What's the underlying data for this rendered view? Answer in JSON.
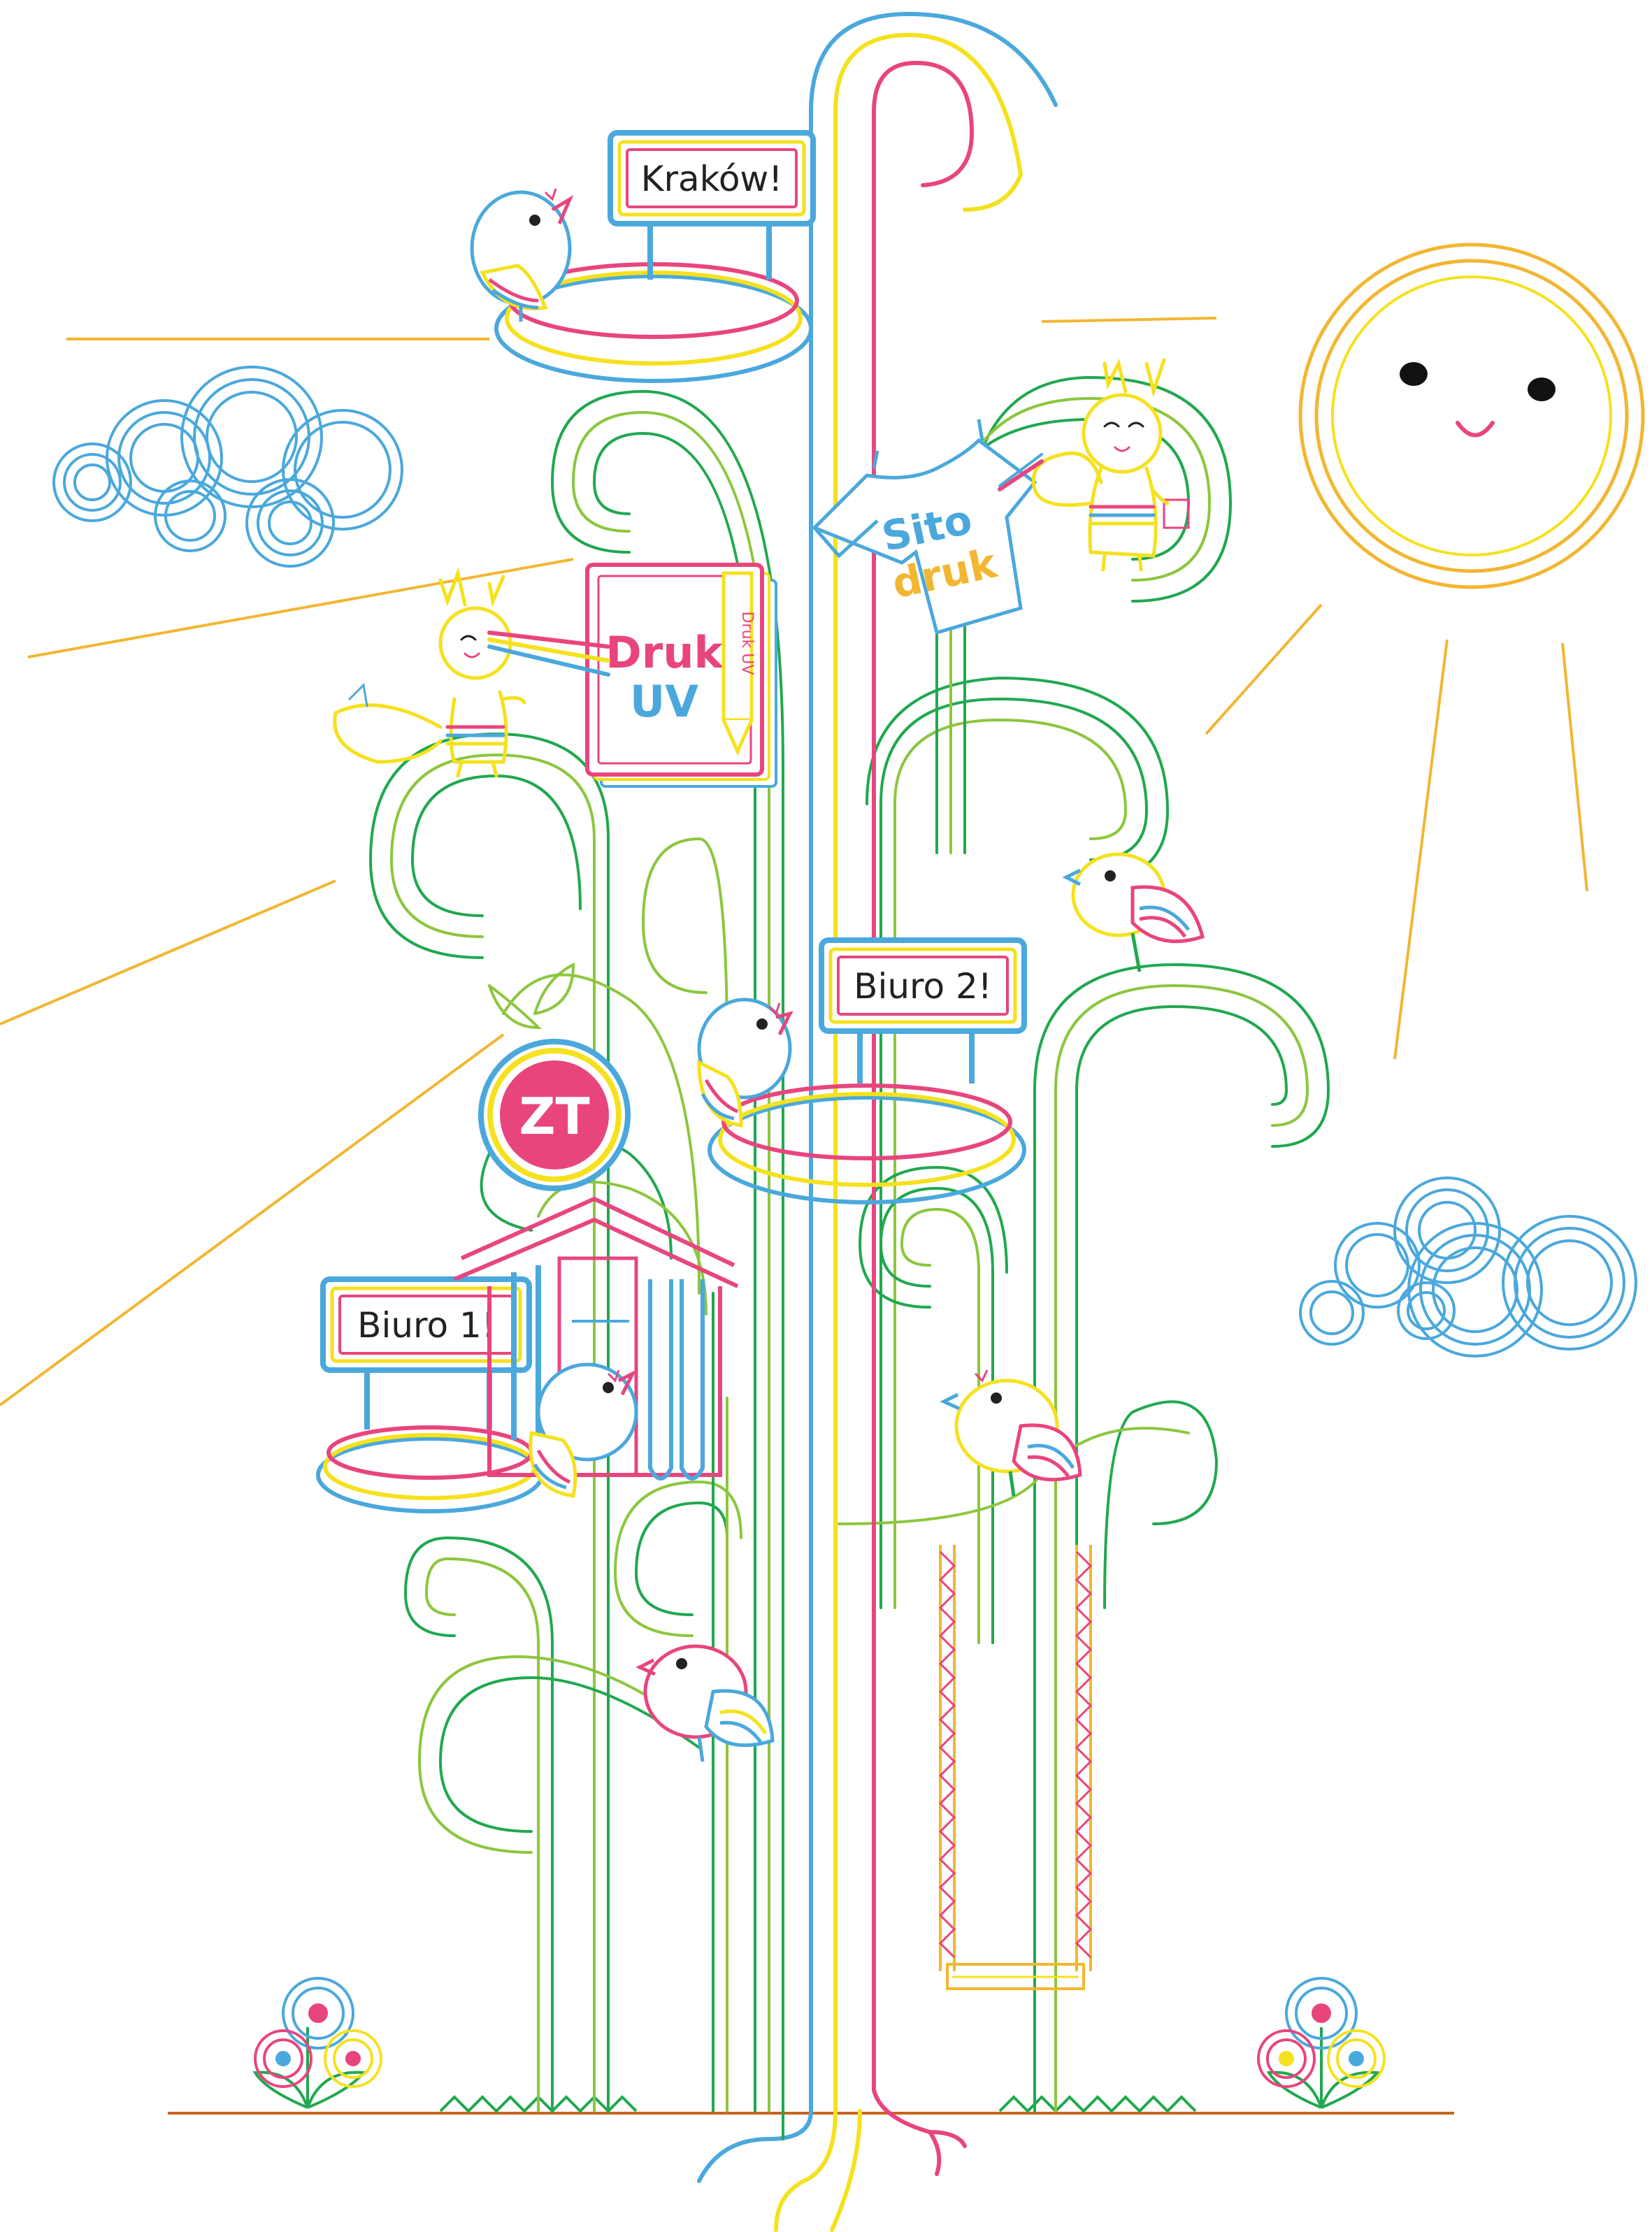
{
  "signs": {
    "krakow": "Kraków!",
    "biuro2": "Biuro 2!",
    "biuro1": "Biuro 1!"
  },
  "book": {
    "line1": "Druk",
    "line2": "UV",
    "pencil": "Druk UV"
  },
  "shirt": {
    "line1": "Sito",
    "line2": "druk"
  },
  "badge": {
    "label": "ZT"
  },
  "colors": {
    "blue": "#4aa8dc",
    "yellow": "#f5e11e",
    "pink": "#e8457f",
    "green": "#21a84f",
    "lightgreen": "#8cc63e",
    "orange": "#f2b632",
    "brown": "#c8641e"
  }
}
